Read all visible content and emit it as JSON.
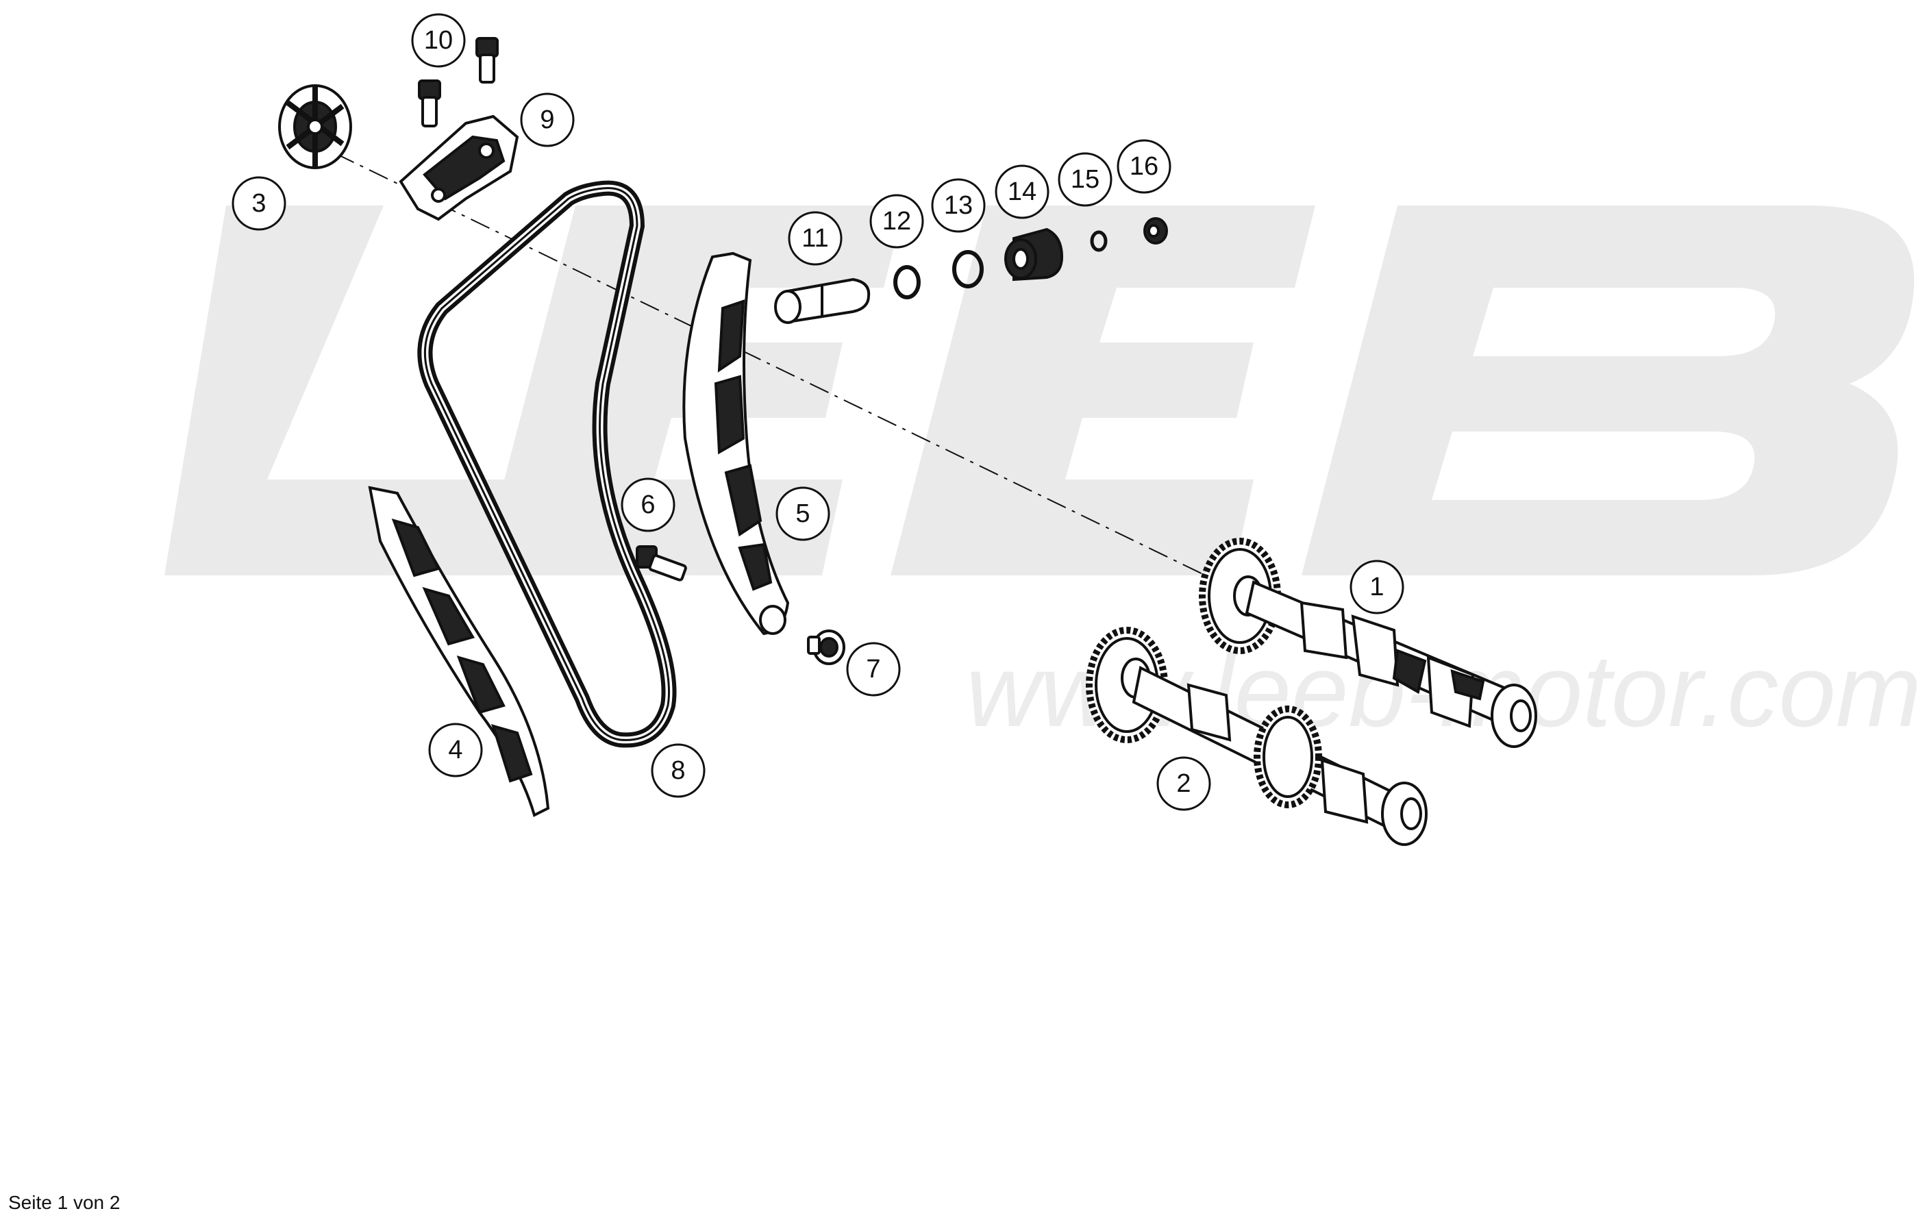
{
  "watermark": {
    "logo_text": "LEEB",
    "url_text": "www.leeb-motor.com",
    "color": "#e9e9e9"
  },
  "callouts": [
    "1",
    "2",
    "3",
    "4",
    "5",
    "6",
    "7",
    "8",
    "9",
    "10",
    "11",
    "12",
    "13",
    "14",
    "15",
    "16"
  ],
  "footer": {
    "page_text": "Seite 1 von 2"
  },
  "colors": {
    "line": "#111111",
    "fill_dark": "#222222",
    "fill_light": "#ffffff"
  }
}
